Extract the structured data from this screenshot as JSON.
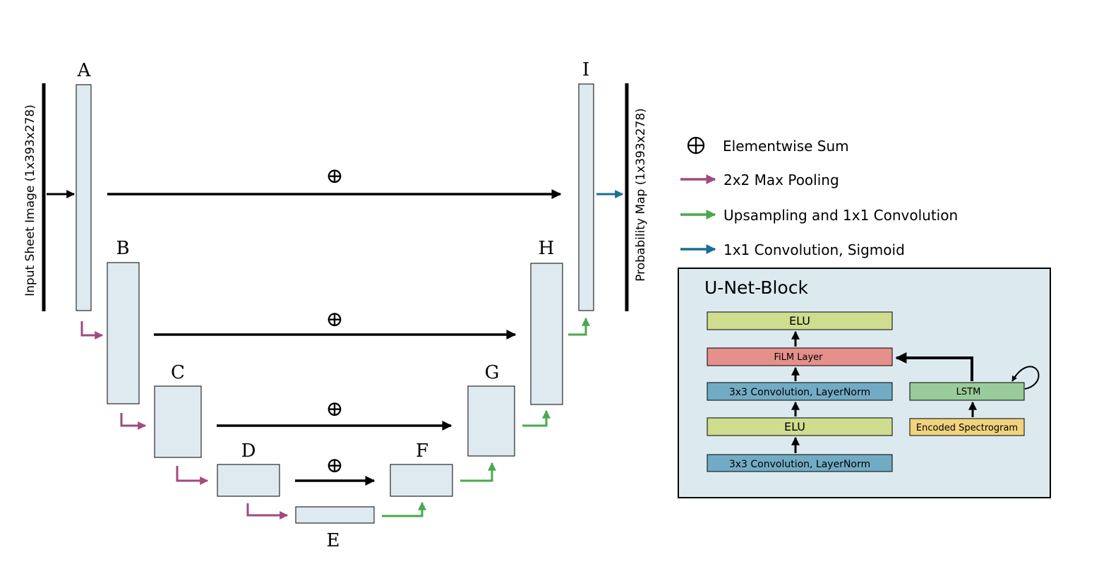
{
  "input_label": "Input Sheet Image (1x393x278)",
  "output_label": "Probability Map (1x393x278)",
  "blocks": {
    "A": "A",
    "B": "B",
    "C": "C",
    "D": "D",
    "E": "E",
    "F": "F",
    "G": "G",
    "H": "H",
    "I": "I"
  },
  "sum_symbol": "⊕",
  "legend": {
    "sum": "Elementwise Sum",
    "pool": "2x2 Max Pooling",
    "upsample": "Upsampling and 1x1 Convolution",
    "conv": "1x1 Convolution, Sigmoid"
  },
  "unet_block": {
    "title": "U-Net-Block",
    "elu_top": "ELU",
    "film": "FiLM Layer",
    "conv_top": "3x3 Convolution, LayerNorm",
    "elu_bottom": "ELU",
    "conv_bottom": "3x3 Convolution, LayerNorm",
    "lstm": "LSTM",
    "spectrogram": "Encoded Spectrogram"
  },
  "colors": {
    "block_fill": "#deeaf0",
    "pool_arrow": "#a14a7f",
    "upsample_arrow": "#4aa84e",
    "conv_arrow": "#1a6e93",
    "elu_fill": "#cedd8e",
    "film_fill": "#e5908b",
    "conv_fill": "#72acc4",
    "lstm_fill": "#9acb9a",
    "spectrogram_fill": "#f1d37f",
    "panel_fill": "#dceaf0"
  }
}
